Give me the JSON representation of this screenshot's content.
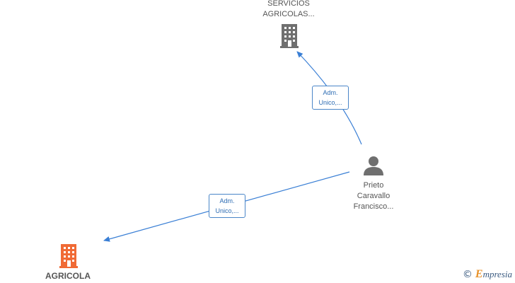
{
  "nodes": {
    "top_company": {
      "name_line1": "SERVICIOS",
      "name_line2": "AGRICOLAS...",
      "icon": "building-icon",
      "color": "#6f6f6f"
    },
    "person": {
      "name_line1": "Prieto",
      "name_line2": "Caravallo",
      "name_line3": "Francisco...",
      "icon": "person-icon",
      "color": "#6f6f6f"
    },
    "bottom_company": {
      "name": "AGRICOLA",
      "icon": "building-icon",
      "color": "#f06a35"
    }
  },
  "edges": {
    "to_top": {
      "line1": "Adm.",
      "line2": "Unico,..."
    },
    "to_bottom": {
      "line1": "Adm.",
      "line2": "Unico,..."
    },
    "color": "#3a7fd5"
  },
  "watermark": {
    "copyright": "©",
    "brand_first": "E",
    "brand_rest": "mpresia"
  }
}
